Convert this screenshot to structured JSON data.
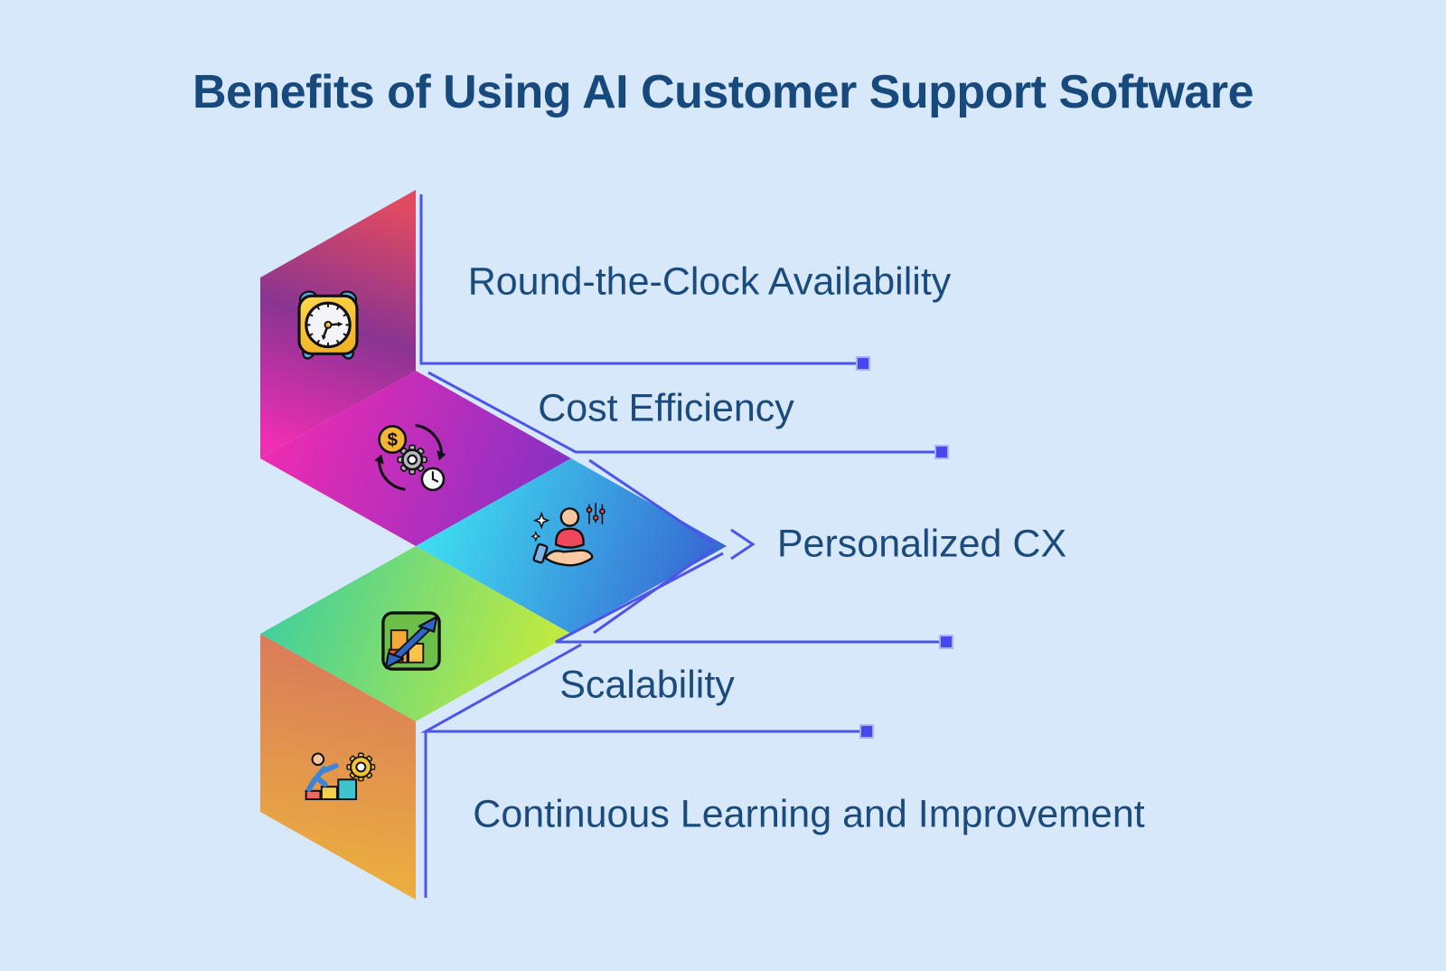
{
  "title": "Benefits of Using AI Customer Support Software",
  "items": [
    {
      "id": 1,
      "label": "Round-the-Clock Availability",
      "icon": "alarm-clock-icon",
      "segment_colors": [
        "#e04a60",
        "#8a3492",
        "#ee2eb3"
      ]
    },
    {
      "id": 2,
      "label": "Cost Efficiency",
      "icon": "dollar-gear-clock-icon",
      "segment_colors": [
        "#f02bb1",
        "#8631c5"
      ]
    },
    {
      "id": 3,
      "label": "Personalized CX",
      "icon": "person-in-hand-icon",
      "segment_colors": [
        "#3fe2f1",
        "#3763d2"
      ]
    },
    {
      "id": 4,
      "label": "Scalability",
      "icon": "growth-chart-icon",
      "segment_colors": [
        "#3ecf9e",
        "#c9ec3a"
      ]
    },
    {
      "id": 5,
      "label": "Continuous Learning and Improvement",
      "icon": "climbing-steps-gear-icon",
      "segment_colors": [
        "#d9785c",
        "#ecb23d"
      ]
    }
  ],
  "glyphs": {
    "dollar": "$"
  },
  "theme": {
    "background": "#d8e8fb",
    "title_color": "#17497c",
    "label_color": "#1a4b7c",
    "connector_color": "#4b55e9",
    "connector_square_color": "#4648ee"
  }
}
